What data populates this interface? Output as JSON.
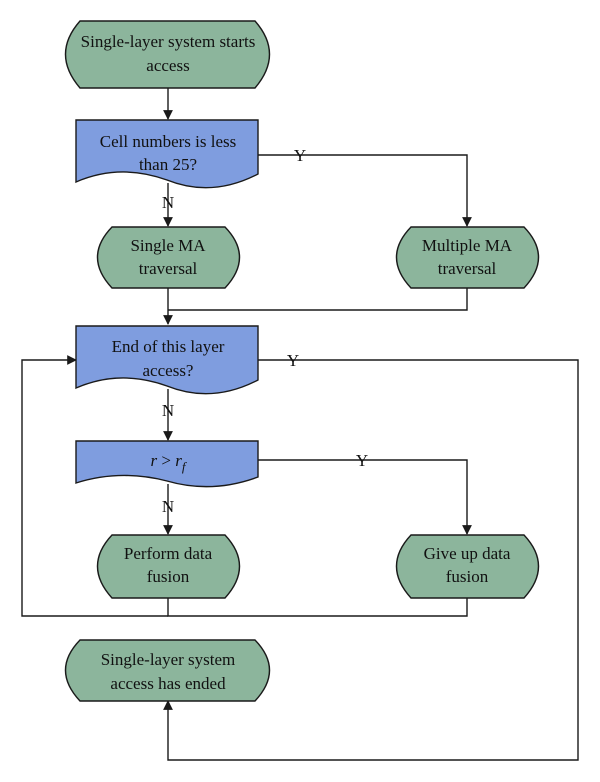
{
  "nodes": {
    "start": {
      "line1": "Single-layer system starts",
      "line2": "access"
    },
    "cell_check": {
      "line1": "Cell numbers is less",
      "line2": "than 25?"
    },
    "single_ma": {
      "line1": "Single MA",
      "line2": "traversal"
    },
    "multiple_ma": {
      "line1": "Multiple MA",
      "line2": "traversal"
    },
    "end_check": {
      "line1": "End of this layer",
      "line2": "access?"
    },
    "r_check": {
      "var": "r",
      "op": " > ",
      "ref": "r",
      "sub": "f"
    },
    "perform_fusion": {
      "line1": "Perform data",
      "line2": "fusion"
    },
    "give_up_fusion": {
      "line1": "Give up data",
      "line2": "fusion"
    },
    "end": {
      "line1": "Single-layer system",
      "line2": "access has ended"
    }
  },
  "edge_labels": {
    "cell_yes": "Y",
    "cell_no": "N",
    "end_yes": "Y",
    "end_no": "N",
    "r_yes": "Y",
    "r_no": "N"
  },
  "colors": {
    "terminal_fill": "#8cb59c",
    "decision_fill": "#7f9ddf",
    "line": "#1a1a1a"
  }
}
